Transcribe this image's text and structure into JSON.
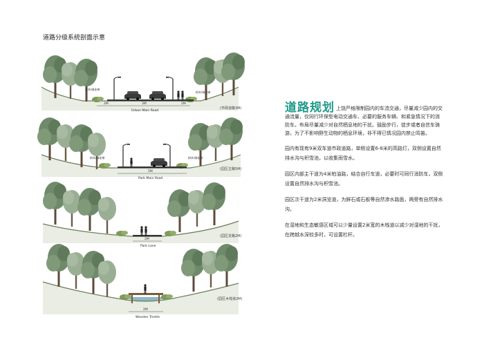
{
  "diagram_title": "道路分级系统剖面示意",
  "sections": [
    {
      "id": "urban-main-road",
      "label": "(市政道路3M)",
      "road_name": "Urban Main Road",
      "dims": [
        "2M",
        "3M",
        "2M"
      ],
      "notes": [
        "树木/绿化带",
        "树木/绿化带"
      ]
    },
    {
      "id": "park-main-road",
      "label": "(园区主路5M)",
      "road_name": "Park Main Road",
      "dims": [
        "5M"
      ],
      "notes": [
        "树木/绿化带",
        "树木/绿化带"
      ]
    },
    {
      "id": "park-lane",
      "label": "(园区支路2M)",
      "road_name": "Park Lane",
      "dims": [
        "2M"
      ],
      "notes": []
    },
    {
      "id": "wooden-trestle",
      "label": "(园区木栈道2M)",
      "road_name": "Wooden Trestle",
      "dims": [
        "2M"
      ],
      "notes": []
    }
  ],
  "text_panel": {
    "heading": "道路规划",
    "intro": "上饶严格限制园内的车流交通，尽量减少园内的交通流量，仅同行环保型电动交通车、必要的服务车辆、和紧急情况下的消防车。布局尽量减少对自然栖息地的干扰。鼓励步行，徒步或者自信车骑游。为了不影响野生动物的栖息环境，非不得已情况园内禁止鸣笛。",
    "paragraphs": [
      "园内有现有9米双车道市政道路，单侧设置6-8米的高路灯，双侧设置自然排水沟与积雪池，以收集雨雪水。",
      "园区内部主干道为4米柏油路，结合自行车道，必要时可同行消防车，双侧设置自然排水沟与积雪池。",
      "园区次干道为2米洞览道，为鲜石或石板等自然渗水路面，两旁有自然排水沟。",
      "在湿地和生态敏感区域可以少量设置2米宽的木栈道以减少对湿地的干扰，在跨越水深较多时，可设置栏杆。"
    ]
  },
  "colors": {
    "accent": "#1f9a8a",
    "tree_dark": "#6f8a6a",
    "tree_light": "#98ad92",
    "grass": "#7e9a5a",
    "road": "#333333"
  }
}
